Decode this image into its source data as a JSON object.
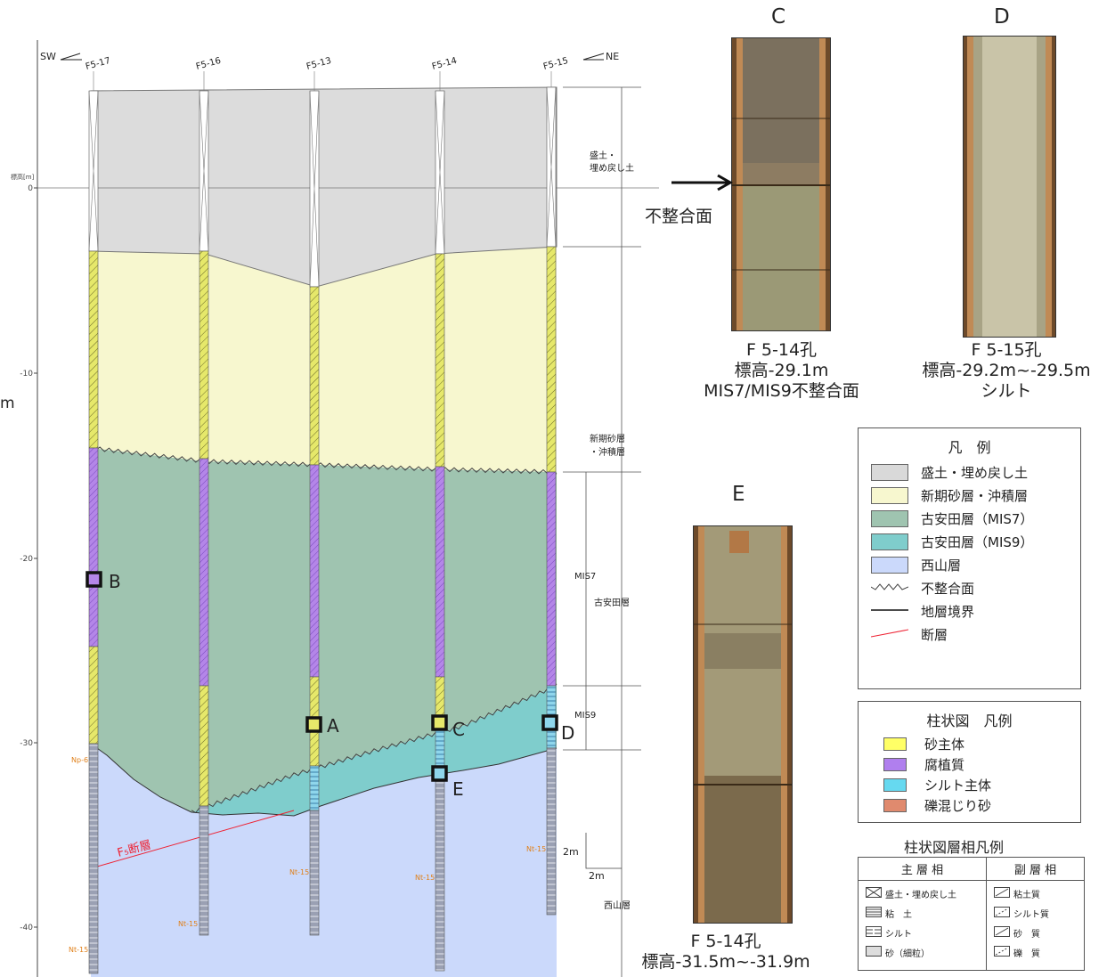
{
  "section": {
    "dir_left": "SW",
    "dir_right": "NE",
    "boreholes": [
      "F5-17",
      "F5-16",
      "F5-13",
      "F5-14",
      "F5-15"
    ],
    "elev_unit": "標高[m]",
    "y_ticks": [
      "0",
      "-10",
      "-20",
      "-30",
      "-40"
    ],
    "m_label": "m",
    "unit_fill": "盛土・\n埋め戻し土",
    "unit_shinki": "新期砂層\n・沖積層",
    "unit_mis7": "MIS7",
    "unit_koyasuda": "古安田層",
    "unit_mis9": "MIS9",
    "unit_nishiyama": "西山層",
    "fault_label": "F₅断層",
    "scale_v": "2m",
    "scale_h": "2m",
    "key_np6": "Np-6",
    "key_nt15": "Nt-15",
    "markers": [
      "A",
      "B",
      "C",
      "D",
      "E"
    ]
  },
  "photos": {
    "C": {
      "letter": "C",
      "caption": [
        "F 5-14孔",
        "標高-29.1m",
        "MIS7/MIS9不整合面"
      ]
    },
    "D": {
      "letter": "D",
      "caption": [
        "F 5-15孔",
        "標高-29.2m~-29.5m",
        "シルト"
      ]
    },
    "E": {
      "letter": "E",
      "caption": [
        "F 5-14孔",
        "標高-31.5m~-31.9m"
      ]
    },
    "arrow_label": "不整合面"
  },
  "legend1": {
    "title": "凡　例",
    "items": [
      {
        "label": "盛土・埋め戻し土",
        "color": "#d9d9d9"
      },
      {
        "label": "新期砂層・沖積層",
        "color": "#f7f7cf"
      },
      {
        "label": "古安田層（MIS7）",
        "color": "#9fc4b0"
      },
      {
        "label": "古安田層（MIS9）",
        "color": "#7fcdcc"
      },
      {
        "label": "西山層",
        "color": "#cbd9fb"
      }
    ],
    "lines": [
      {
        "label": "不整合面"
      },
      {
        "label": "地層境界"
      },
      {
        "label": "断層"
      }
    ]
  },
  "legend2": {
    "title": "柱状図　凡例",
    "items": [
      {
        "label": "砂主体",
        "color": "#ffff66"
      },
      {
        "label": "腐植質",
        "color": "#b07fee"
      },
      {
        "label": "シルト主体",
        "color": "#66d9f0"
      },
      {
        "label": "礫混じり砂",
        "color": "#e08a6e"
      }
    ]
  },
  "legend3": {
    "title": "柱状図層相凡例",
    "head_main": "主 層 相",
    "head_sub": "副 層 相",
    "main": [
      "盛土・埋め戻し土",
      "粘　土",
      "シルト",
      "砂（細粒）"
    ],
    "sub": [
      "粘土質",
      "シルト質",
      "砂　質",
      "礫　質"
    ]
  }
}
